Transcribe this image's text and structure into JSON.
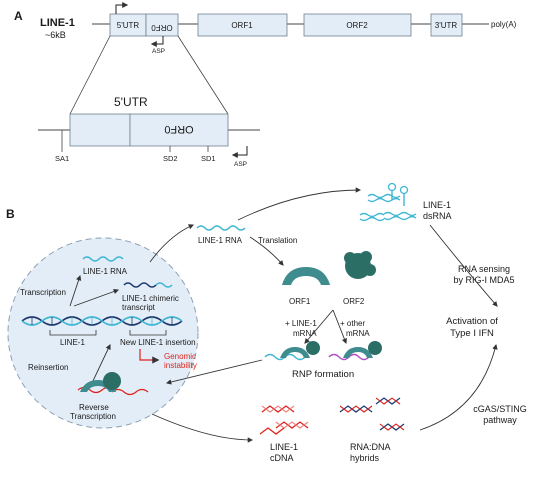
{
  "panel_a": {
    "label": "A",
    "element_name": "LINE-1",
    "element_size": "~6kB",
    "boxes": {
      "utr5": "5'UTR",
      "orf0": "ORF0",
      "orf1": "ORF1",
      "orf2": "ORF2",
      "utr3": "3'UTR"
    },
    "polya": "poly(A)",
    "asp": "ASP",
    "zoom_title": "5'UTR",
    "zoom_orf0": "ORF0",
    "sites": {
      "sa1": "SA1",
      "sd2": "SD2",
      "sd1": "SD1",
      "asp": "ASP"
    }
  },
  "panel_b": {
    "label": "B",
    "cell": {
      "line1_rna": "LINE-1 RNA",
      "chimeric": [
        "LINE-1 chimeric",
        "transcript"
      ],
      "transcription": "Transcription",
      "line1": "LINE-1",
      "new_insertion": "New LINE-1 insertion",
      "genomic": [
        "Genomic",
        "instability"
      ],
      "reinsertion": "Reinsertion",
      "reverse": [
        "Reverse",
        "Transcription"
      ]
    },
    "rna": "LINE-1 RNA",
    "translation": "Translation",
    "orf1": "ORF1",
    "orf2": "ORF2",
    "plus_line1": [
      "+ LINE-1",
      "mRNA"
    ],
    "plus_other": [
      "+ other",
      "mRNA"
    ],
    "rnp": "RNP formation",
    "dsrna": [
      "LINE-1",
      "dsRNA"
    ],
    "sensing": [
      "RNA sensing",
      "by RIG-I MDA5"
    ],
    "activation": [
      "Activation of",
      "Type I IFN"
    ],
    "cgas": [
      "cGAS/STING",
      "pathway"
    ],
    "cdna": [
      "LINE-1",
      "cDNA"
    ],
    "hybrids": [
      "RNA:DNA",
      "hybrids"
    ]
  },
  "colors": {
    "box_fill": "#e3edf7",
    "box_stroke": "#6f7f8e",
    "cell_fill": "#e3edf7",
    "teal": "#3f8c8f",
    "teal_dark": "#2a6e66",
    "cyan": "#3fb6d3",
    "navy": "#1f3b6e",
    "red": "#e0231b",
    "purple": "#b04fbf"
  }
}
